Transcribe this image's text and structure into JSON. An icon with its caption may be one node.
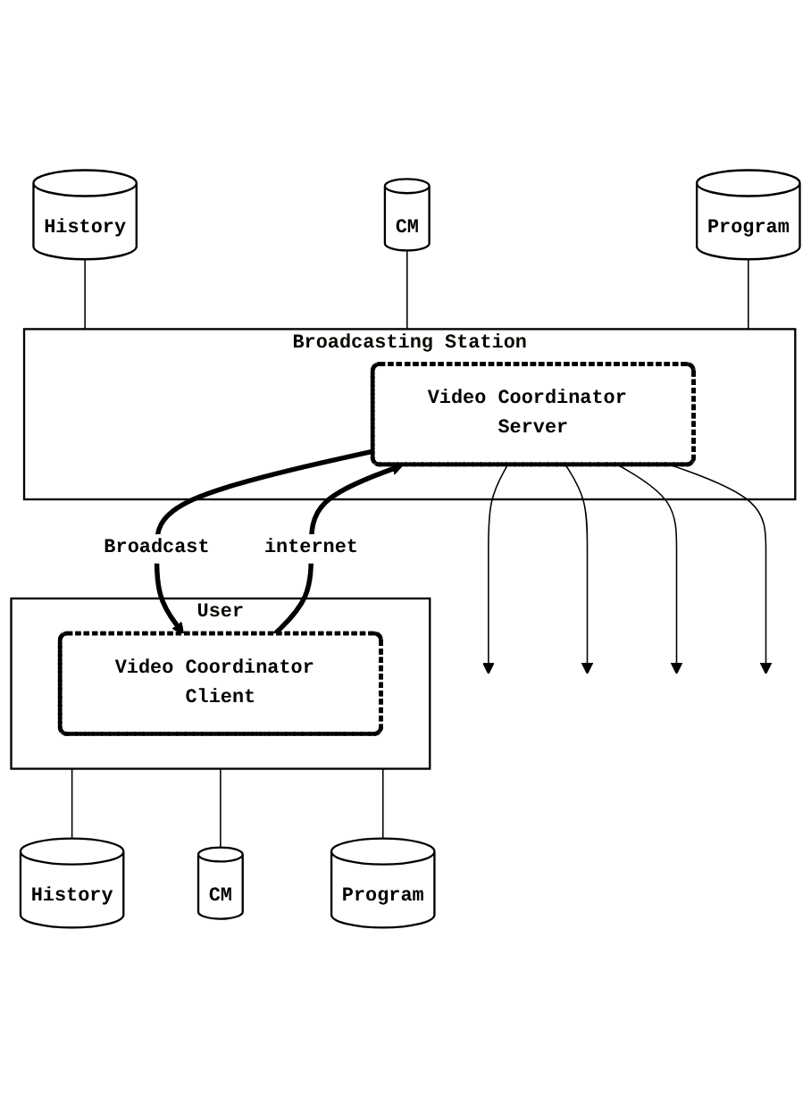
{
  "diagram": {
    "nodes": [
      {
        "text": [
          "History"
        ]
      },
      {
        "text": [
          "CM"
        ]
      },
      {
        "text": [
          "Program"
        ]
      },
      {
        "text": [
          "Broadcasting Station"
        ]
      },
      {
        "text": [
          "Video Coordinator Server"
        ],
        "in": 3
      },
      {
        "text": [
          "User"
        ]
      },
      {
        "text": [
          "Video Coordinator Client"
        ],
        "in": 5
      },
      {
        "text": [
          "History"
        ]
      },
      {
        "text": [
          "CM"
        ]
      },
      {
        "text": [
          "Program"
        ]
      }
    ],
    "edges": [
      {
        "from": 0,
        "to": 3,
        "arrow": "none"
      },
      {
        "from": 1,
        "to": 3,
        "arrow": "none"
      },
      {
        "from": 2,
        "to": 3,
        "arrow": "none"
      },
      {
        "from": 6,
        "to": 4,
        "arrow": "to",
        "label": "internet",
        "style": "thick"
      },
      {
        "from": 4,
        "to": null,
        "arrow": "to"
      },
      {
        "from": 4,
        "to": null,
        "arrow": "to"
      },
      {
        "from": 4,
        "to": 6,
        "arrow": "to",
        "label": "Broadcast",
        "style": "thick"
      },
      {
        "from": 4,
        "to": null,
        "arrow": "to"
      },
      {
        "from": 4,
        "to": null,
        "arrow": "to"
      },
      {
        "from": 5,
        "to": 7,
        "arrow": "none"
      },
      {
        "from": 5,
        "to": 8,
        "arrow": "none"
      },
      {
        "from": 5,
        "to": 9,
        "arrow": "none"
      }
    ]
  }
}
